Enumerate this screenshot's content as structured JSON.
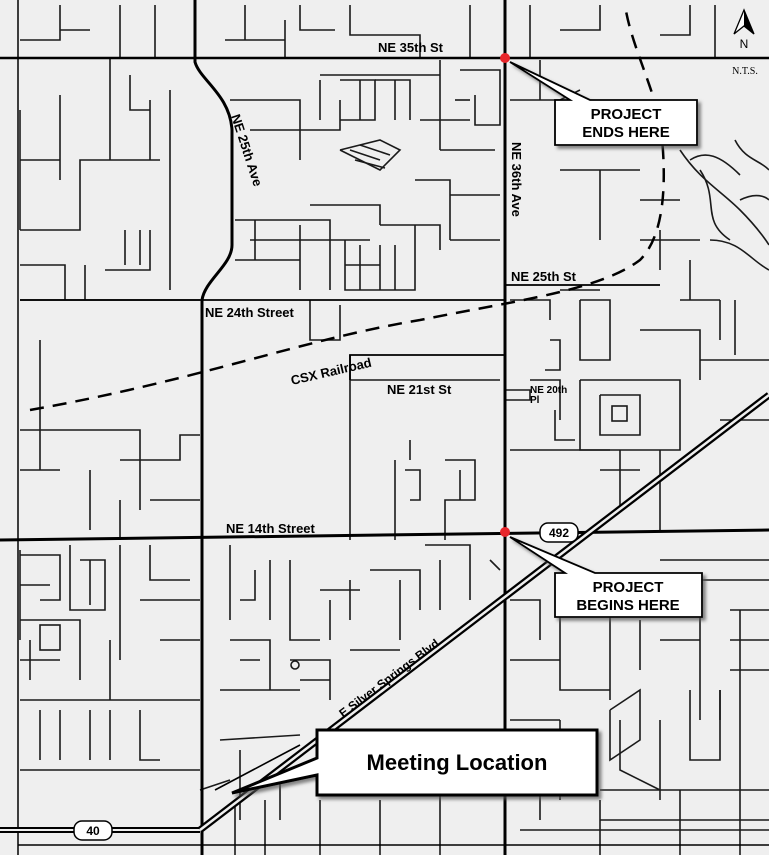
{
  "map": {
    "north_label": "N",
    "scale_note": "N.T.S.",
    "streets": {
      "ne_35th_st": "NE 35th St",
      "ne_25th_ave": "NE 25th Ave",
      "ne_36th_ave": "NE 36th Ave",
      "ne_25th_st": "NE 25th St",
      "ne_24th_street": "NE 24th Street",
      "csx_railroad": "CSX Railroad",
      "ne_21st_st": "NE 21st St",
      "ne_20th_pl_line1": "NE 20th",
      "ne_20th_pl_line2": "Pl",
      "ne_14th_street": "NE 14th Street",
      "e_silver_springs_blvd": "E Silver Springs Blvd"
    },
    "route_shields": {
      "sr_492": "492",
      "sr_40": "40"
    },
    "callouts": {
      "project_ends_line1": "PROJECT",
      "project_ends_line2": "ENDS HERE",
      "project_begins_line1": "PROJECT",
      "project_begins_line2": "BEGINS HERE",
      "meeting_location": "Meeting Location"
    },
    "colors": {
      "land": "#efefef",
      "road": "#000000",
      "project_marker": "#e8262b",
      "callout_fill": "#ffffff"
    }
  }
}
